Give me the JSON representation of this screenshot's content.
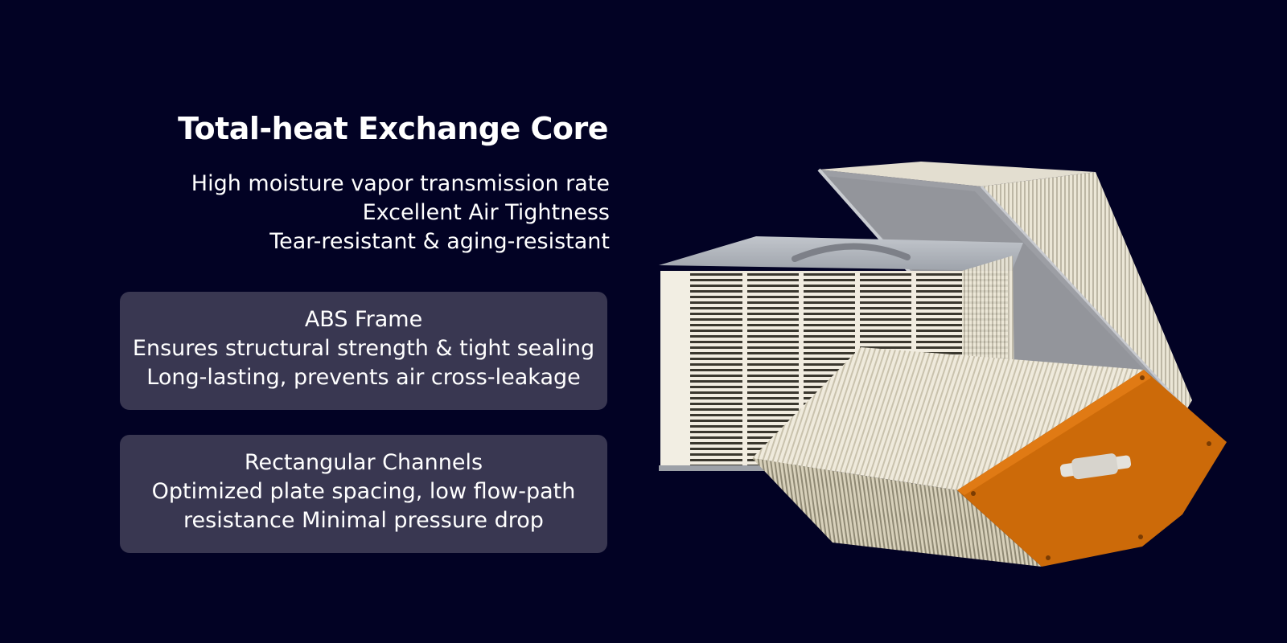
{
  "header": {
    "title": "Total-heat Exchange Core"
  },
  "features": [
    "High moisture vapor transmission rate",
    "Excellent Air Tightness",
    "Tear-resistant & aging-resistant"
  ],
  "cards": [
    {
      "heading": "ABS Frame",
      "lines": [
        "Ensures structural strength & tight sealing",
        "Long-lasting, prevents air cross-leakage"
      ]
    },
    {
      "heading": "Rectangular Channels",
      "lines": [
        "Optimized plate spacing, low flow-path",
        "resistance Minimal pressure drop"
      ]
    }
  ],
  "colors": {
    "background": "#020224",
    "card": "#393751",
    "accent_orange": "#cc6a09",
    "core_cream": "#ede8d8",
    "frame_grey": "#a9adb4"
  },
  "icons": {
    "product_image": "heat-exchange-core-illustration"
  }
}
